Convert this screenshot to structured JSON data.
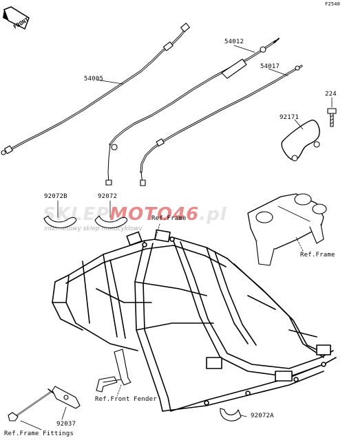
{
  "figure_code": "F2540",
  "front_label": "FRONT",
  "watermark": {
    "text_main": "SKLEP",
    "text_brand": "MOTO",
    "text_number": "46",
    "text_suffix": ".pl",
    "subtitle": "internetowy sklep motocyklowy"
  },
  "parts": [
    {
      "id": "54005"
    },
    {
      "id": "54012"
    },
    {
      "id": "54017"
    },
    {
      "id": "224"
    },
    {
      "id": "92171"
    },
    {
      "id": "92072B"
    },
    {
      "id": "92072"
    },
    {
      "id": "92037"
    },
    {
      "id": "92072A"
    }
  ],
  "references": {
    "frame_top": "Ref.Frame",
    "frame_right": "Ref.Frame",
    "front_fender": "Ref.Front Fender",
    "frame_fittings": "Ref.Frame Fittings"
  }
}
